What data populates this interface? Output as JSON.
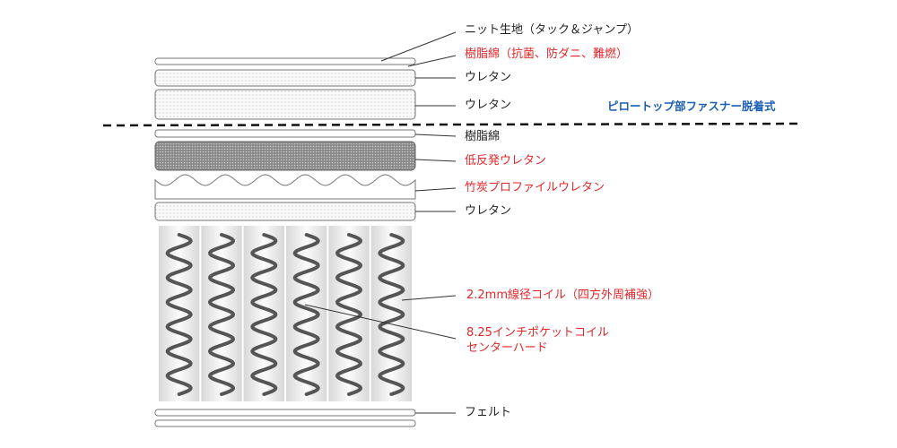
{
  "labels": {
    "knit": "ニット生地（タック＆ジャンプ）",
    "resin_top": "樹脂綿（抗菌、防ダニ、難燃）",
    "urethane1": "ウレタン",
    "urethane2": "ウレタン",
    "pillowtop_note": "ピロートップ部ファスナー脱着式",
    "resin": "樹脂綿",
    "low_rebound": "低反発ウレタン",
    "bamboo": "竹炭プロファイルウレタン",
    "urethane3": "ウレタン",
    "coil_wire": "2.2mm線径コイル（四方外周補強）",
    "pocket_coil_1": "8.25インチポケットコイル",
    "pocket_coil_2": "センターハード",
    "felt": "フェルト"
  },
  "colors": {
    "red": "#e8262a",
    "blue": "#1b5fb5",
    "text": "#222222"
  },
  "coil_count": 6
}
